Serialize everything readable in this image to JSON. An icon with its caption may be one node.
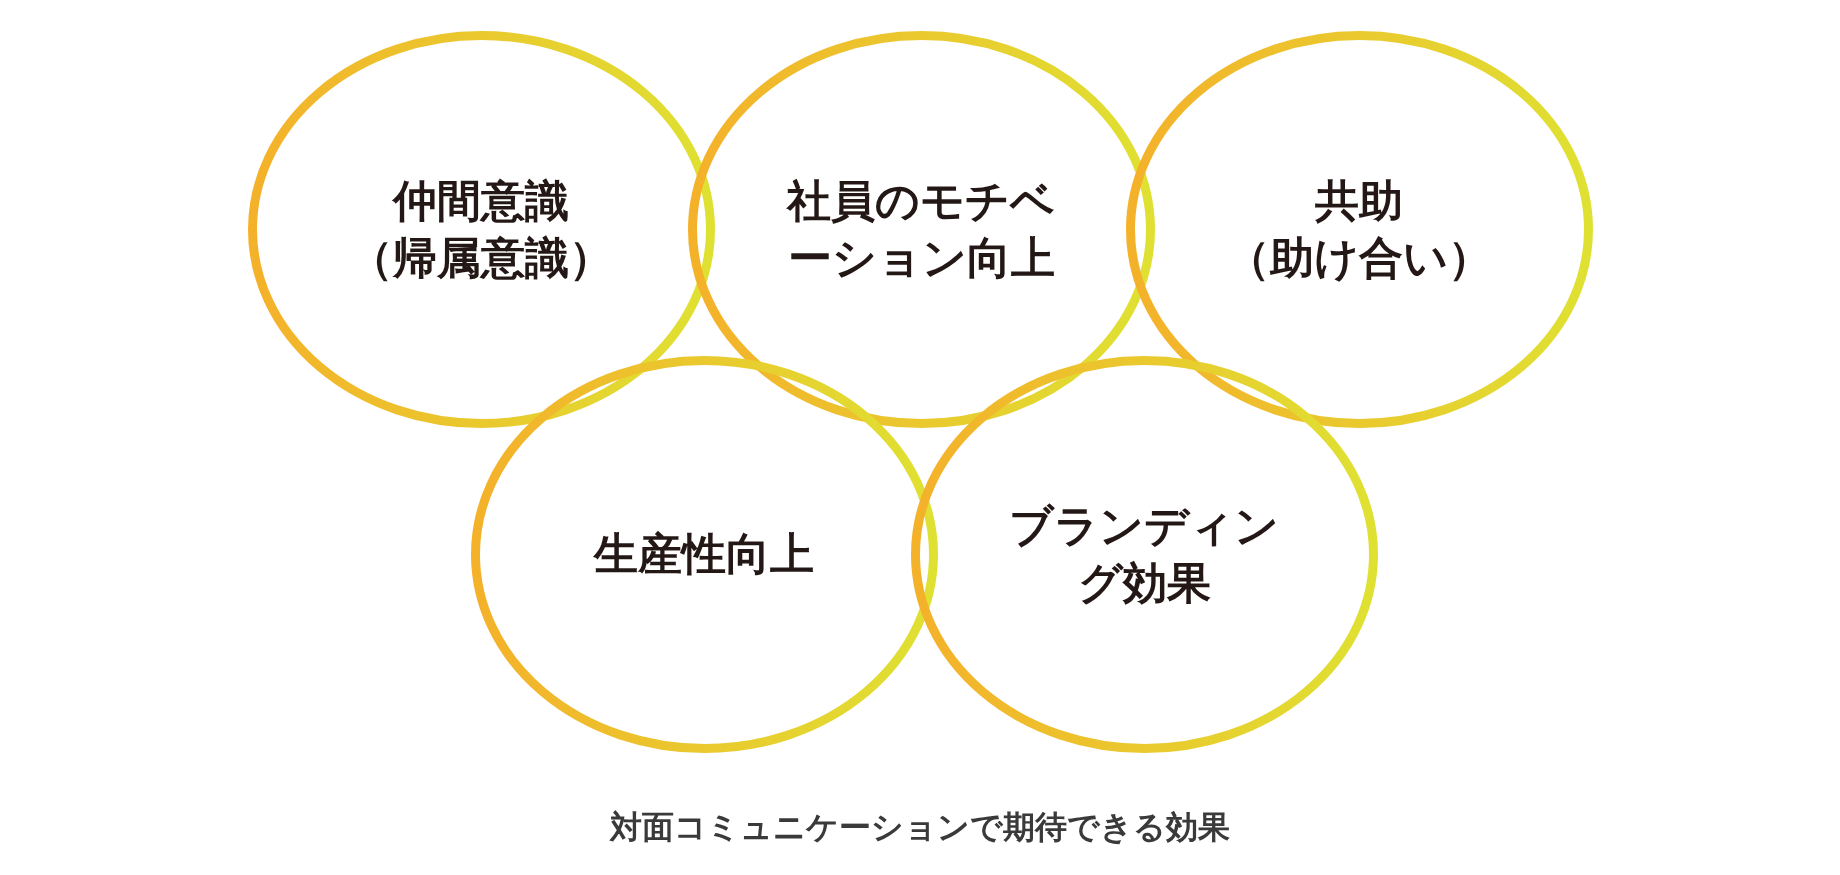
{
  "diagram": {
    "caption": "対面コミュニケーションで期待できる効果",
    "nodes": [
      {
        "text": [
          "仲間意識",
          "（帰属意識）"
        ]
      },
      {
        "text": [
          "社員のモチベーション向上"
        ]
      },
      {
        "text": [
          "共助",
          "（助け合い）"
        ]
      },
      {
        "text": [
          "生産性向上"
        ]
      },
      {
        "text": [
          "ブランディング効果"
        ]
      }
    ],
    "edges": []
  }
}
